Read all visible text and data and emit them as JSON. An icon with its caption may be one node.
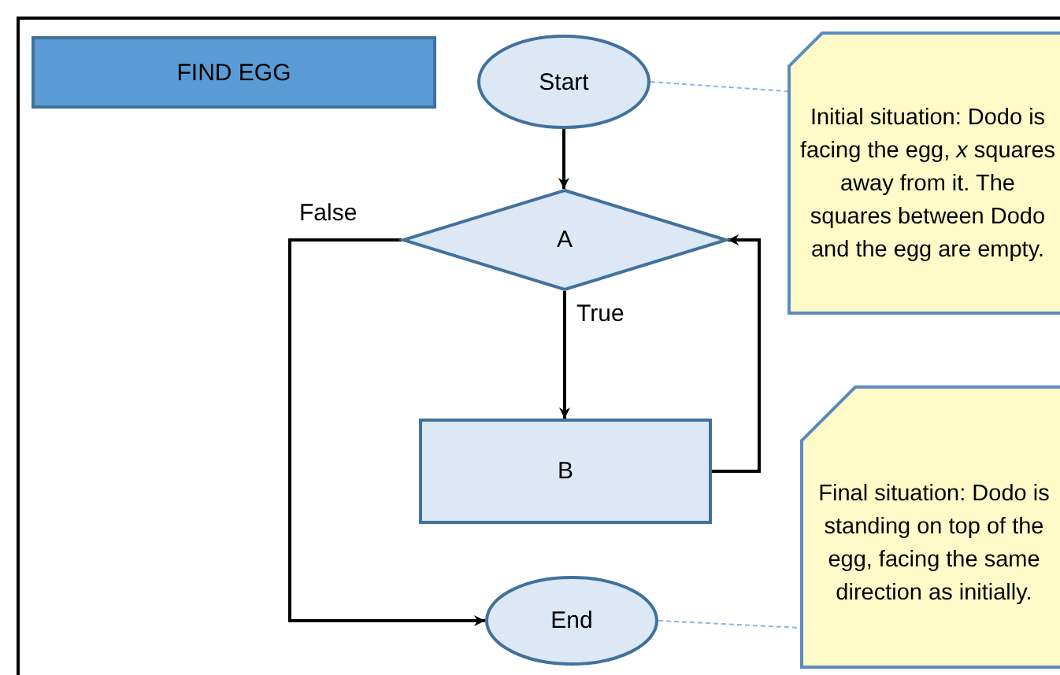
{
  "diagram": {
    "nodes": [
      {
        "text": [
          "FIND EGG"
        ]
      },
      {
        "text": [
          "Start"
        ]
      },
      {
        "text": [
          "A"
        ]
      },
      {
        "text": [
          "B"
        ]
      },
      {
        "text": [
          "End"
        ]
      },
      {
        "text": [
          "Initial situation: Dodo is facing the egg, *x* squares away from it. The squares between Dodo and the egg are empty."
        ]
      },
      {
        "text": [
          "Final situation: Dodo is standing on top of the egg, facing the same direction as initially."
        ]
      }
    ],
    "edges": [
      {
        "from": 1,
        "to": 2,
        "arrow": "to"
      },
      {
        "from": 2,
        "to": 3,
        "arrow": "to",
        "label": "True"
      },
      {
        "from": 3,
        "to": 2,
        "arrow": "to"
      },
      {
        "from": 2,
        "to": 4,
        "arrow": "to",
        "label": "False"
      },
      {
        "from": 1,
        "to": 5,
        "arrow": "none",
        "style": "dashed",
        "color": "#8db3e2"
      },
      {
        "from": 4,
        "to": 6,
        "arrow": "none",
        "style": "dashed",
        "color": "#8db3e2"
      }
    ]
  }
}
